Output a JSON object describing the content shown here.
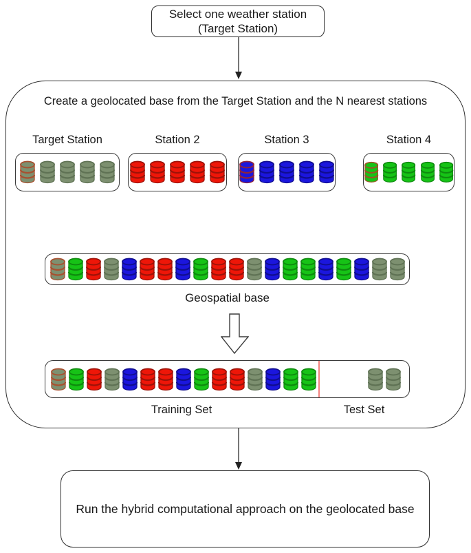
{
  "top_box": {
    "line1": "Select one weather station",
    "line2": "(Target Station)"
  },
  "container": {
    "header": "Create a geolocated base from the Target Station and the N nearest stations",
    "stations": [
      {
        "label": "Target Station",
        "cylinders": [
          "target_first",
          "sage",
          "sage",
          "sage",
          "sage"
        ]
      },
      {
        "label": "Station 2",
        "cylinders": [
          "red",
          "red",
          "red",
          "red",
          "red"
        ]
      },
      {
        "label": "Station 3",
        "cylinders": [
          "blue_first",
          "blue",
          "blue",
          "blue",
          "blue"
        ]
      },
      {
        "label": "Station 4",
        "cylinders": [
          "green_first",
          "green",
          "green",
          "green",
          "green"
        ]
      }
    ],
    "geospatial_base": {
      "label": "Geospatial base",
      "cylinders": [
        "target_first",
        "green",
        "red",
        "sage",
        "blue",
        "red",
        "red",
        "blue",
        "green",
        "red",
        "red",
        "sage",
        "blue",
        "green",
        "green",
        "blue",
        "green",
        "blue",
        "sage",
        "sage"
      ]
    },
    "train_test": {
      "training_label": "Training Set",
      "test_label": "Test Set",
      "training_cylinders": [
        "target_first",
        "green",
        "red",
        "sage",
        "blue",
        "red",
        "red",
        "blue",
        "green",
        "red",
        "red",
        "sage",
        "blue",
        "green",
        "green"
      ],
      "test_cylinders": [
        "sage",
        "sage"
      ],
      "divider_color": "#f4827e"
    }
  },
  "bottom_box": {
    "text": "Run the hybrid computational approach on the geolocated base"
  },
  "palette": {
    "target_first": {
      "body": "#7d9070",
      "stripe": "#a8502f"
    },
    "sage": {
      "body": "#7d9070",
      "stripe": "#5f7254"
    },
    "red": {
      "body": "#ee1608",
      "stripe": "#9e1208"
    },
    "blue": {
      "body": "#1b16dd",
      "stripe": "#100d8f"
    },
    "blue_first": {
      "body": "#1b16dd",
      "stripe": "#8f2438"
    },
    "green": {
      "body": "#16c316",
      "stripe": "#0e8a0e"
    },
    "green_first": {
      "body": "#16c316",
      "stripe": "#9c5426"
    }
  }
}
